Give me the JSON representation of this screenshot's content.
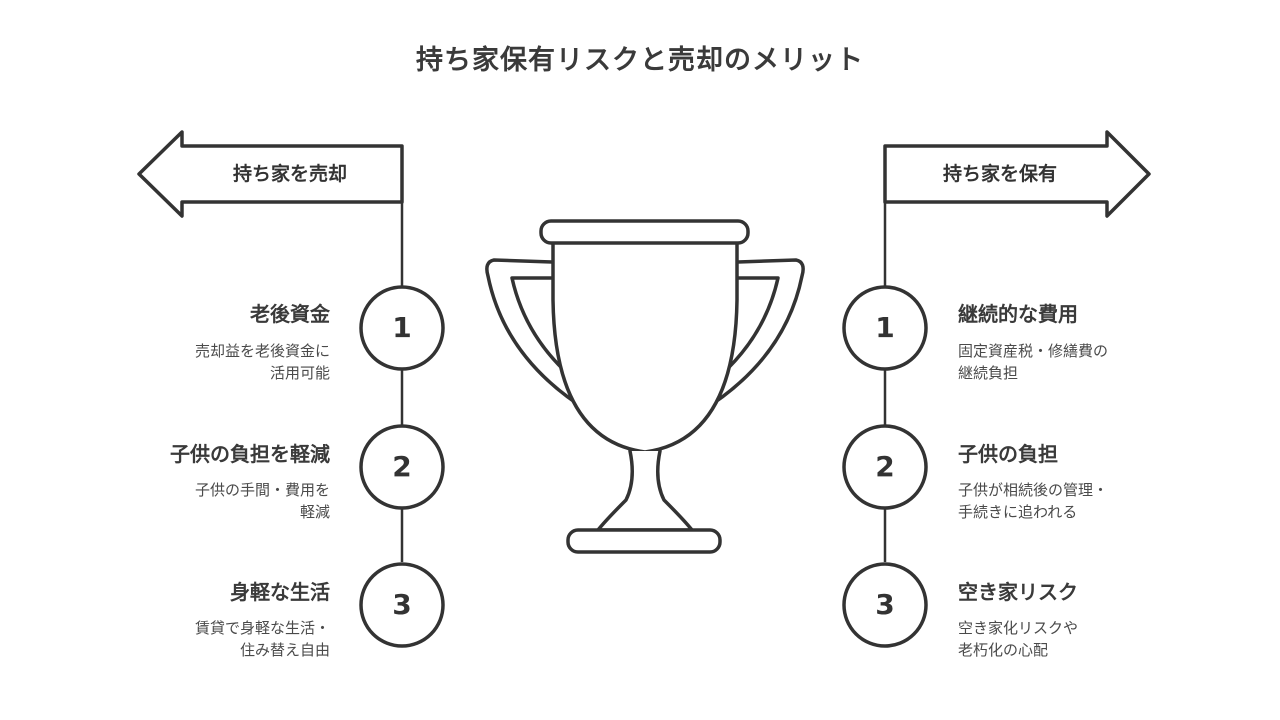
{
  "title": "持ち家保有リスクと売却のメリット",
  "left": {
    "label": "持ち家を売却",
    "items": [
      {
        "num": "1",
        "title": "老後資金",
        "desc": [
          "売却益を老後資金に",
          "活用可能"
        ]
      },
      {
        "num": "2",
        "title": "子供の負担を軽減",
        "desc": [
          "子供の手間・費用を",
          "軽減"
        ]
      },
      {
        "num": "3",
        "title": "身軽な生活",
        "desc": [
          "賃貸で身軽な生活・",
          "住み替え自由"
        ]
      }
    ]
  },
  "right": {
    "label": "持ち家を保有",
    "items": [
      {
        "num": "1",
        "title": "継続的な費用",
        "desc": [
          "固定資産税・修繕費の",
          "継続負担"
        ]
      },
      {
        "num": "2",
        "title": "子供の負担",
        "desc": [
          "子供が相続後の管理・",
          "手続きに追われる"
        ]
      },
      {
        "num": "3",
        "title": "空き家リスク",
        "desc": [
          "空き家化リスクや",
          "老朽化の心配"
        ]
      }
    ]
  },
  "icons": {
    "center": "trophy-icon",
    "left_arrow": "arrow-left-icon",
    "right_arrow": "arrow-right-icon"
  },
  "colors": {
    "stroke": "#333333",
    "text": "#3a3a3a"
  }
}
